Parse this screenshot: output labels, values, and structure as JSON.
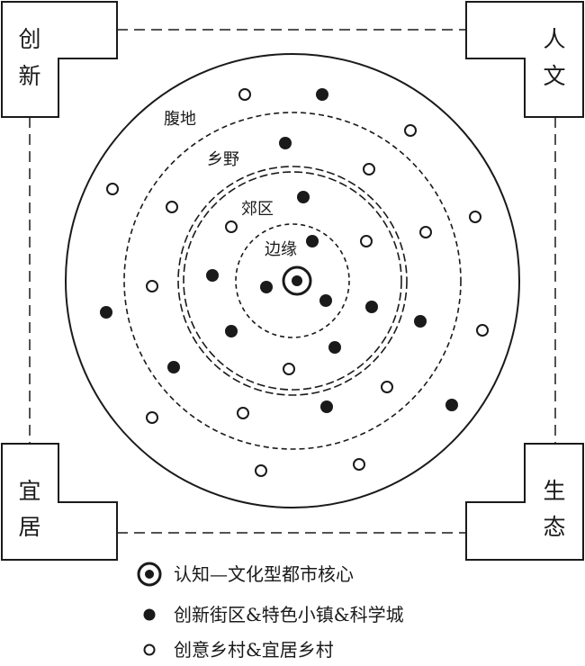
{
  "corners": {
    "top_left": [
      "创",
      "新"
    ],
    "top_right": [
      "人",
      "文"
    ],
    "bottom_left": [
      "宜",
      "居"
    ],
    "bottom_right": [
      "生",
      "态"
    ]
  },
  "rings": {
    "outer": "腹地",
    "ring2": "乡野",
    "ring3": "郊区",
    "inner": "边缘"
  },
  "legend": {
    "core": "认知—文化型都市核心",
    "filled": "创新街区&特色小镇&科学城",
    "hollow": "创意乡村&宜居乡村"
  },
  "colors": {
    "ink": "#1a1a1a",
    "paper": "#ffffff"
  }
}
